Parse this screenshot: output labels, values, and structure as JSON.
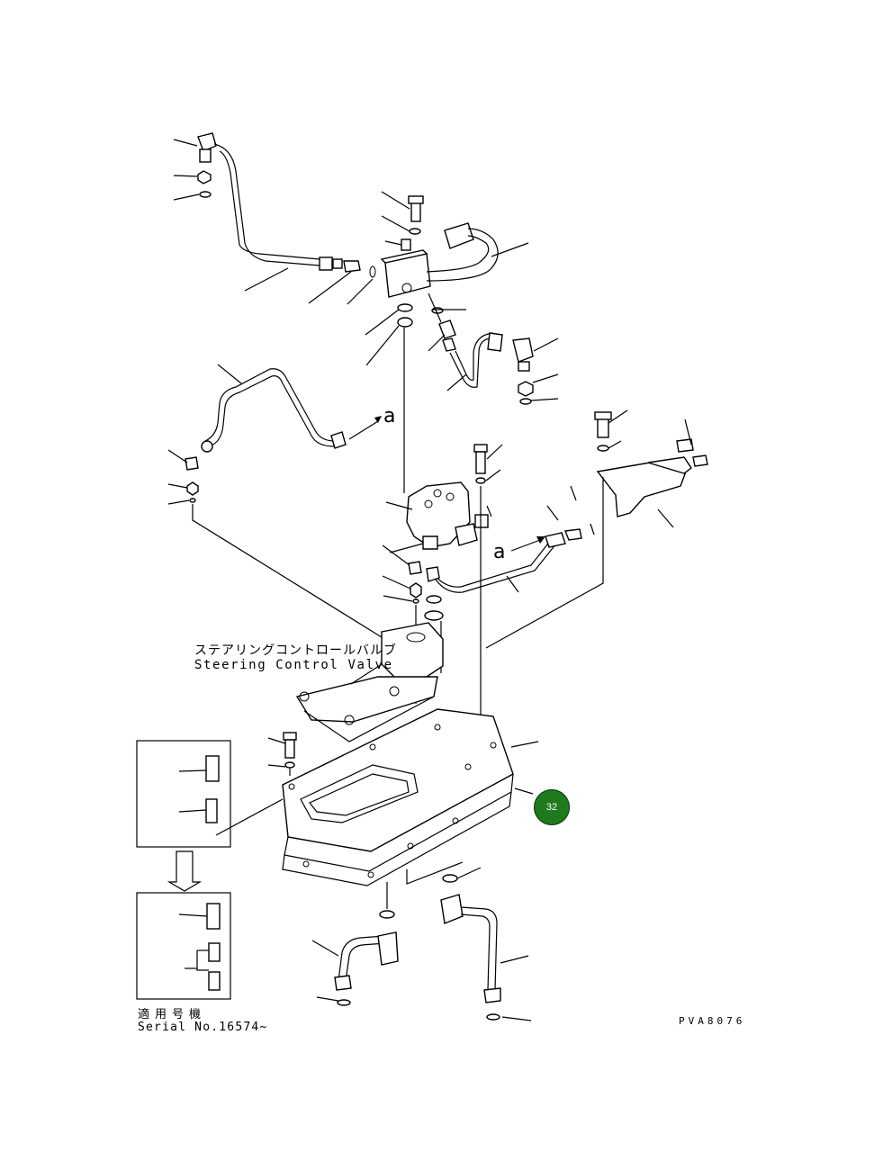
{
  "labels": {
    "component_jp": "ステアリングコントロールバルブ",
    "component_en": "Steering Control Valve",
    "serial_jp": "適用号機",
    "serial_en": "Serial No.16574~",
    "ref_code": "PVA8076",
    "marker_a_1": "a",
    "marker_a_2": "a"
  },
  "callout": {
    "number": "32",
    "color": "#1f7a1f"
  }
}
